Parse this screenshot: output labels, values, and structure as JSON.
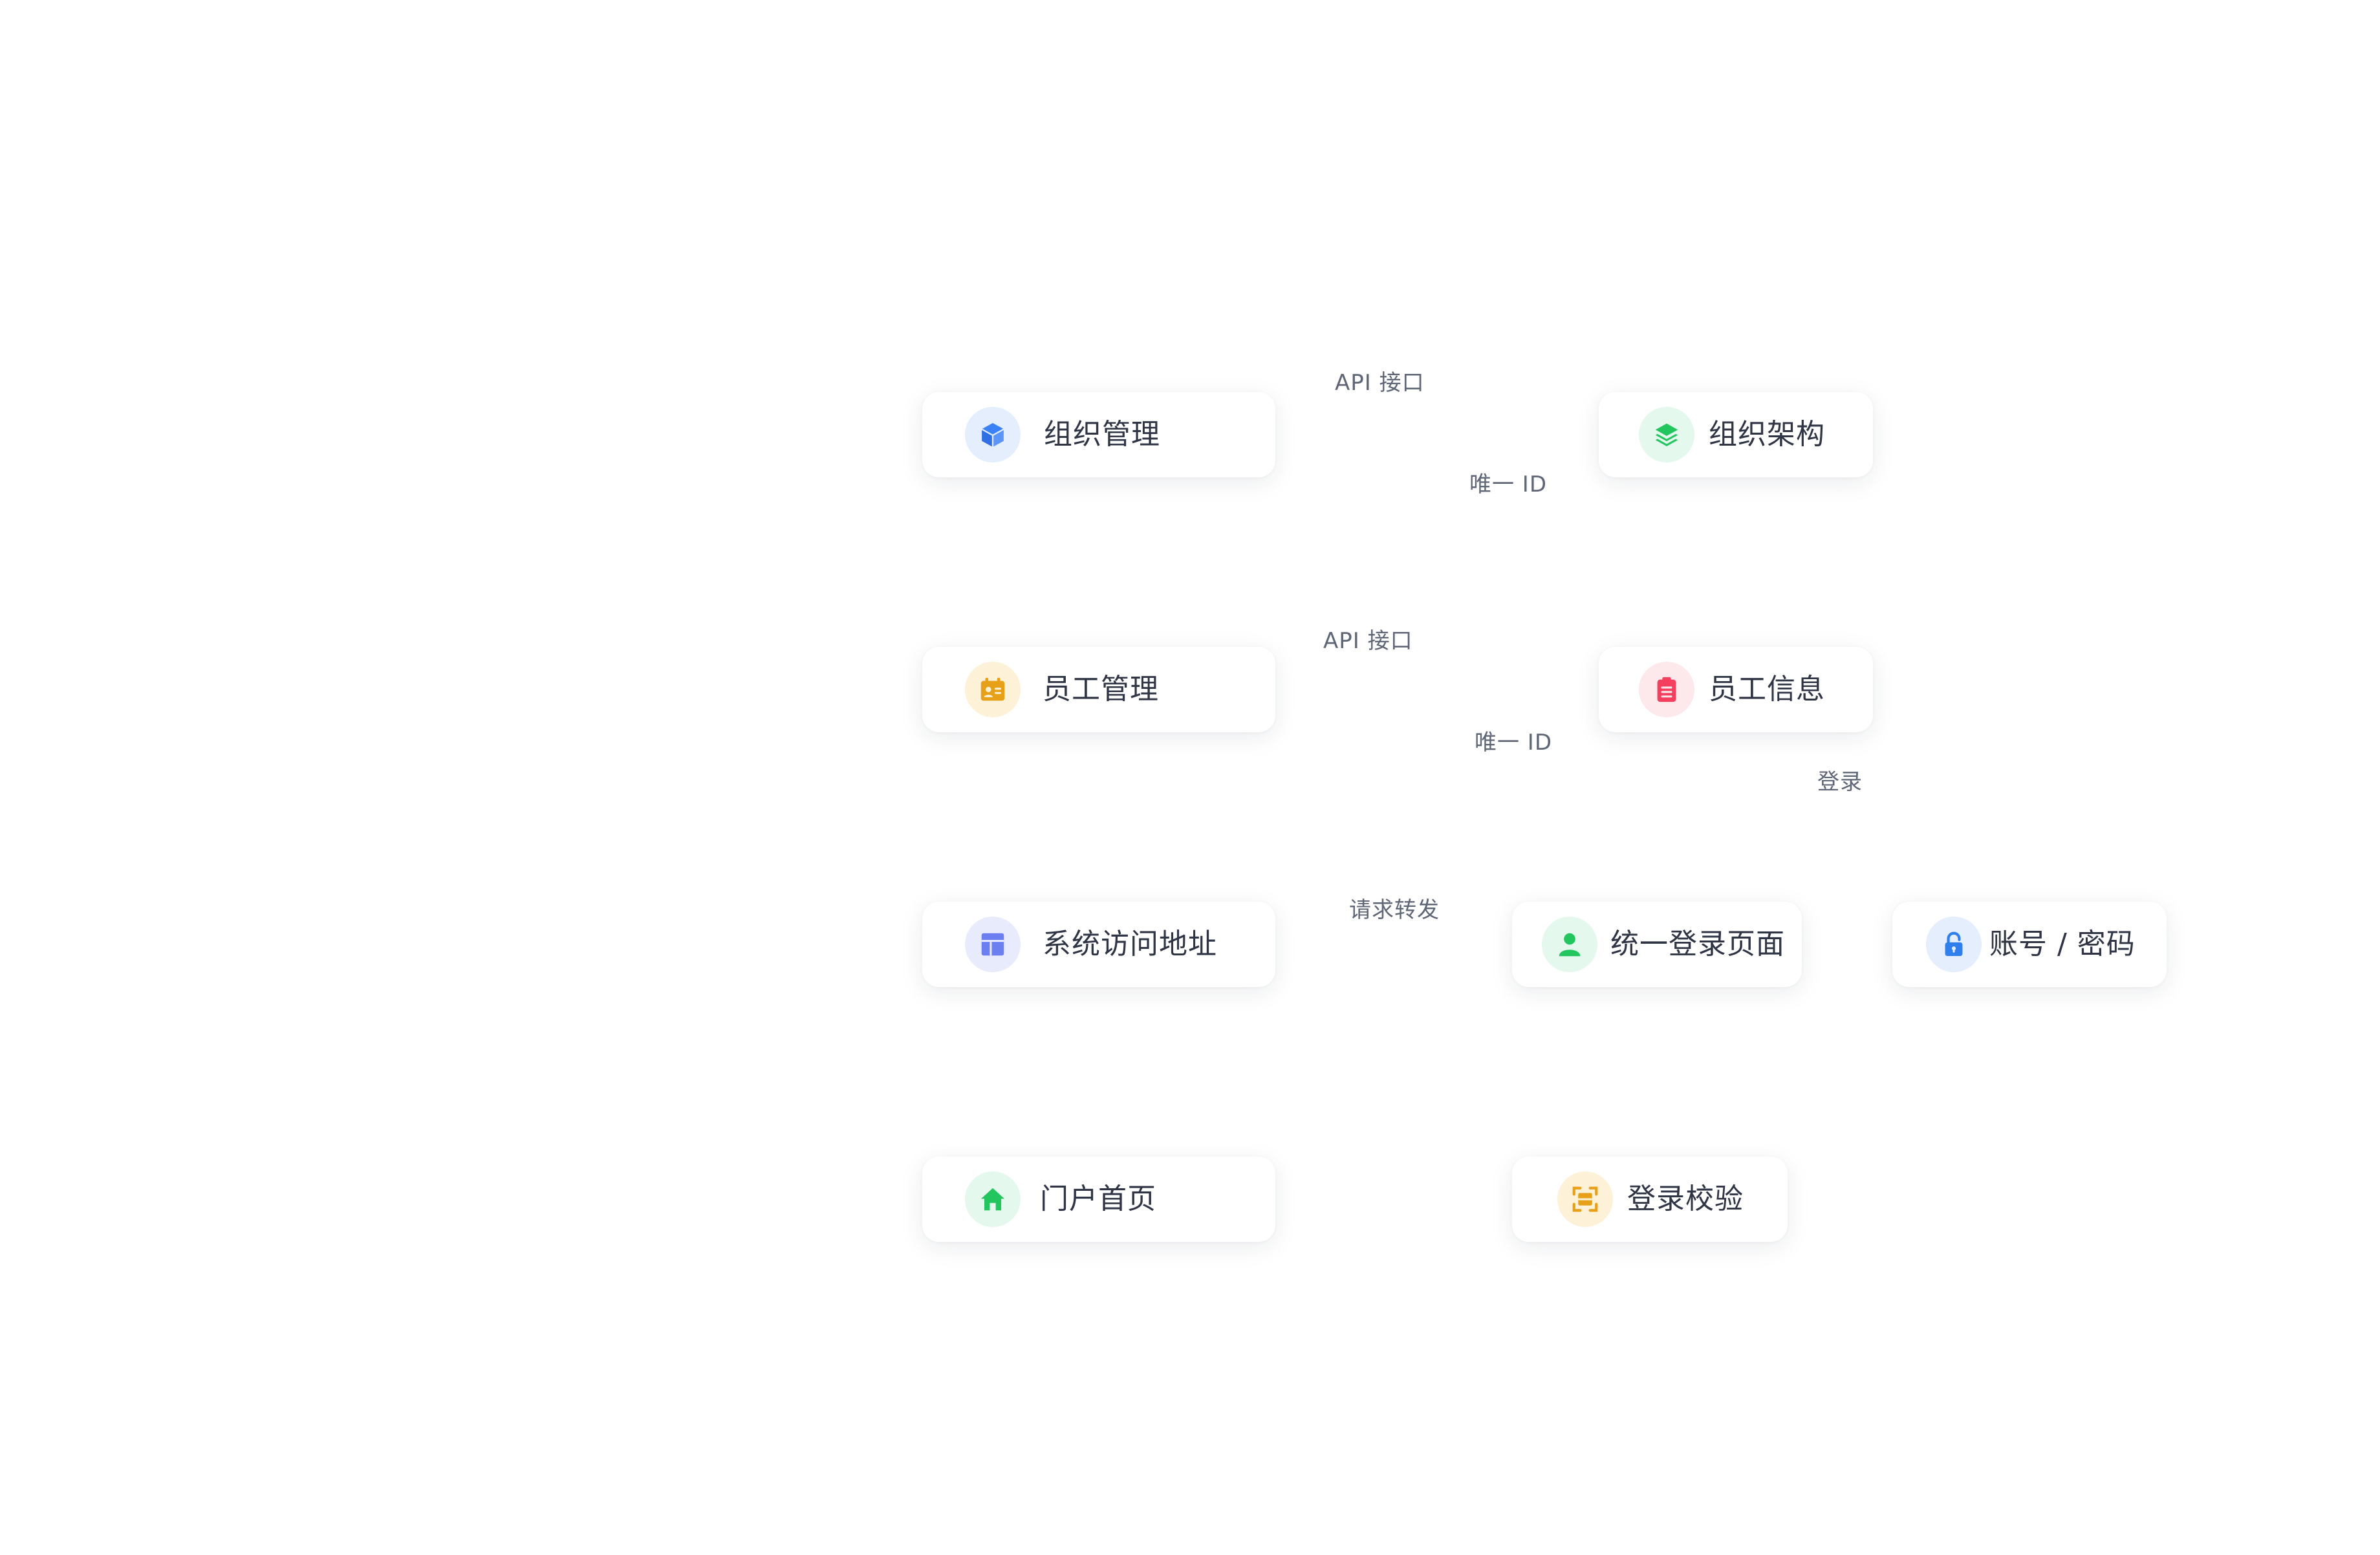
{
  "nodes": {
    "org_management": {
      "label": "组织管理",
      "icon": "cube-icon",
      "color": "#3b82f6",
      "bg": "#e4eefc"
    },
    "org_structure": {
      "label": "组织架构",
      "icon": "layers-icon",
      "color": "#22c55e",
      "bg": "#e5f8ed"
    },
    "employee_management": {
      "label": "员工管理",
      "icon": "id-card-icon",
      "color": "#e6a118",
      "bg": "#fdf1d8"
    },
    "employee_info": {
      "label": "员工信息",
      "icon": "clipboard-icon",
      "color": "#f43f5e",
      "bg": "#fde8ec"
    },
    "system_access_address": {
      "label": "系统访问地址",
      "icon": "layout-icon",
      "color": "#6b7ff0",
      "bg": "#e8ebfb"
    },
    "unified_login_page": {
      "label": "统一登录页面",
      "icon": "user-icon",
      "color": "#22c55e",
      "bg": "#e5f8ed"
    },
    "account_password": {
      "label": "账号 / 密码",
      "icon": "lock-icon",
      "color": "#2f80ed",
      "bg": "#e4eefc"
    },
    "portal_home": {
      "label": "门户首页",
      "icon": "home-icon",
      "color": "#22c55e",
      "bg": "#e5f8ed"
    },
    "login_verification": {
      "label": "登录校验",
      "icon": "scan-icon",
      "color": "#e6a118",
      "bg": "#fdf1d8"
    }
  },
  "edge_labels": {
    "org_api": "API 接口",
    "org_unique_id": "唯一 ID",
    "employee_api": "API 接口",
    "employee_unique_id": "唯一 ID",
    "login": "登录",
    "request_forward": "请求转发"
  }
}
